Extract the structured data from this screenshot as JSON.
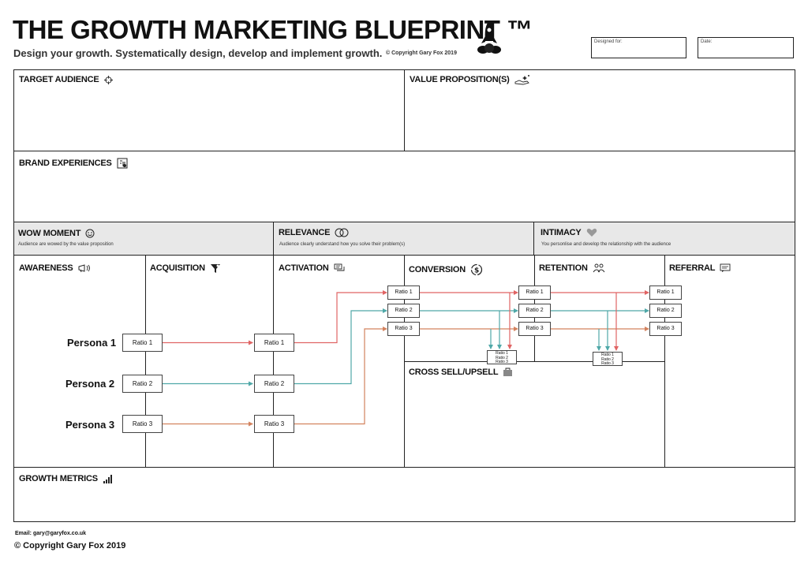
{
  "header": {
    "title": "THE GROWTH MARKETING BLUEPRINT ™",
    "subtitle": "Design your growth. Systematically design, develop and implement growth.",
    "copyright_small": "© Copyright Gary Fox 2019",
    "designed_for_label": "Designed for:",
    "date_label": "Date:",
    "logo_icon": "rocket-icon"
  },
  "sections": {
    "target_audience": {
      "label": "TARGET AUDIENCE",
      "icon": "crosshair-icon"
    },
    "value_proposition": {
      "label": "VALUE PROPOSITION(S)",
      "icon": "hand-sparkle-icon"
    },
    "brand_experiences": {
      "label": "BRAND EXPERIENCES",
      "icon": "brand-icon"
    },
    "wow_moment": {
      "label": "WOW MOMENT",
      "sub": "Audience are wowed by the value proposition",
      "icon": "smiley-icon"
    },
    "relevance": {
      "label": "RELEVANCE",
      "sub": "Audience clearly understand how you solve their problem(s)",
      "icon": "overlap-circles-icon"
    },
    "intimacy": {
      "label": "INTIMACY",
      "sub": "You personlise and develop the relationship with the audience",
      "icon": "heart-icon"
    },
    "awareness": {
      "label": "AWARENESS",
      "icon": "megaphone-icon"
    },
    "acquisition": {
      "label": "ACQUISITION",
      "icon": "funnel-icon"
    },
    "activation": {
      "label": "ACTIVATION",
      "icon": "chat-icon"
    },
    "conversion": {
      "label": "CONVERSION",
      "icon": "dollar-cycle-icon"
    },
    "retention": {
      "label": "RETENTION",
      "icon": "people-icon"
    },
    "referral": {
      "label": "REFERRAL",
      "icon": "comment-icon"
    },
    "cross_sell": {
      "label": "CROSS SELL/UPSELL",
      "icon": "bag-icon"
    },
    "growth_metrics": {
      "label": "GROWTH METRICS",
      "icon": "bars-icon"
    }
  },
  "personas": [
    "Persona 1",
    "Persona 2",
    "Persona 3"
  ],
  "ratios": [
    "Ratio 1",
    "Ratio 2",
    "Ratio 3"
  ],
  "colors": {
    "ratio1": "#e06464",
    "ratio2": "#4fa8a8",
    "ratio3": "#d3825e",
    "band": "#e8e8e8"
  },
  "footer": {
    "email": "Email: gary@garyfox.co.uk",
    "copyright": "© Copyright Gary Fox 2019"
  }
}
